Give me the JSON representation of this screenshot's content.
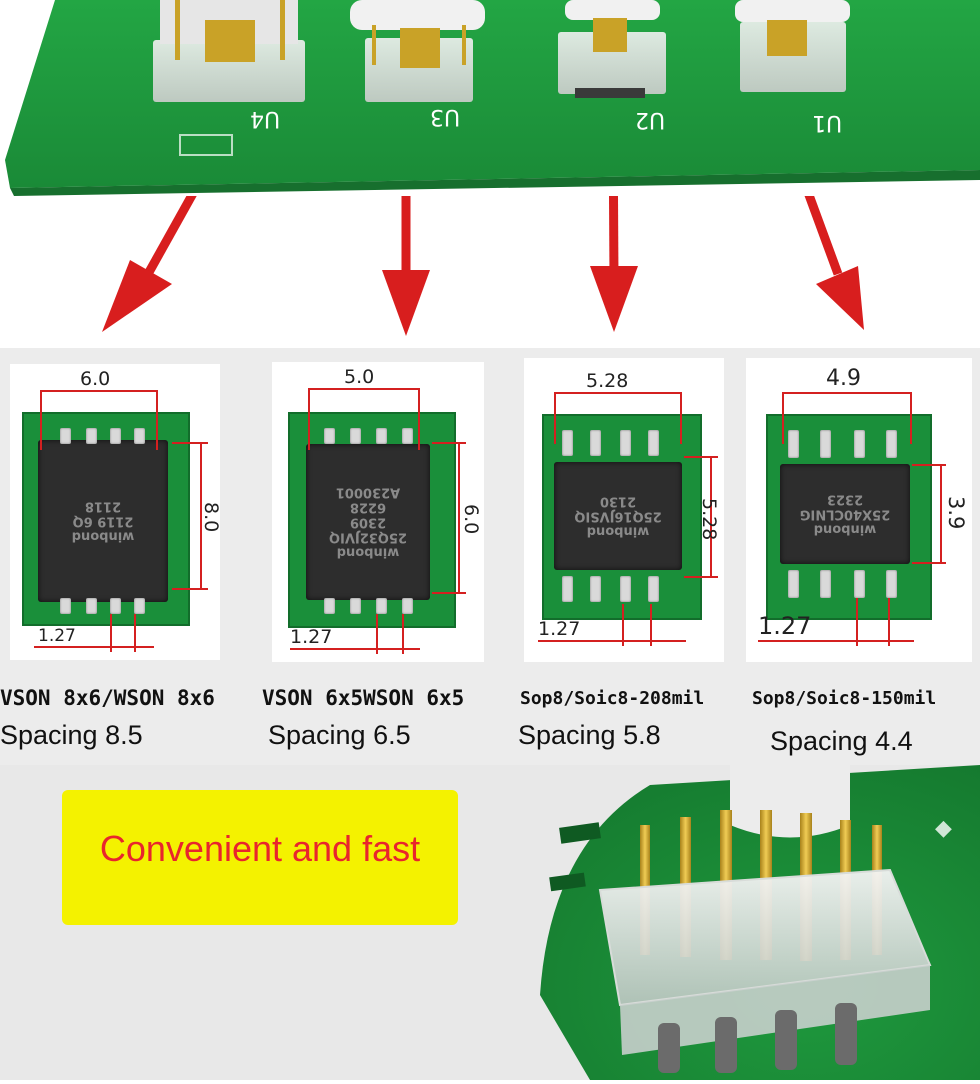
{
  "board_labels": [
    "U4",
    "U3",
    "U2",
    "U1"
  ],
  "packages": [
    {
      "chip_text": "winbond\n2119 6Q\n2118",
      "width_dim": "6.0",
      "height_dim": "8.0",
      "pitch_dim": "1.27",
      "name": "VSON 8x6/WSON 8x6",
      "spacing_label": "Spacing",
      "spacing_value": "8.5"
    },
    {
      "chip_text": "winbond\n25Q32JVIQ\n2309\n6228\nA230001",
      "width_dim": "5.0",
      "height_dim": "6.0",
      "pitch_dim": "1.27",
      "name": "VSON 6x5WSON 6x5",
      "spacing_label": "Spacing",
      "spacing_value": "6.5"
    },
    {
      "chip_text": "winbond\n25Q16JVSIQ\n2130",
      "width_dim": "5.28",
      "height_dim": "5.28",
      "pitch_dim": "1.27",
      "name": "Sop8/Soic8-208mil",
      "spacing_label": "Spacing",
      "spacing_value": "5.8"
    },
    {
      "chip_text": "winbond\n25X40CLNIG\n2323",
      "width_dim": "4.9",
      "height_dim": "3.9",
      "pitch_dim": "1.27",
      "name": "Sop8/Soic8-150mil",
      "spacing_label": "Spacing",
      "spacing_value": "4.4"
    }
  ],
  "badge_text": "Convenient and fast",
  "colors": {
    "pcb_green": "#1a8f3a",
    "arrow_red": "#d81e1e",
    "badge_yellow": "#f4f200",
    "badge_text_red": "#e8252d",
    "dimension_red": "#d42020"
  }
}
